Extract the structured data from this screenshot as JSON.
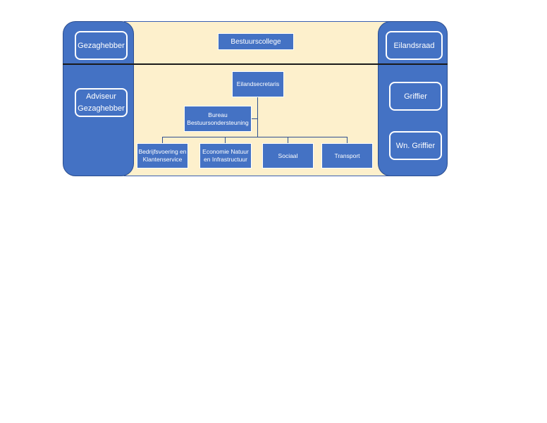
{
  "left_column": {
    "gezaghebber": "Gezaghebber",
    "adviseur_line1": "Adviseur",
    "adviseur_line2": "Gezaghebber"
  },
  "right_column": {
    "eilandsraad": "Eilandsraad",
    "griffier": "Griffier",
    "wn_griffier": "Wn. Griffier"
  },
  "top": {
    "bestuurscollege": "Bestuurscollege"
  },
  "org": {
    "eilandsecretaris": "Eilandsecretaris",
    "bureau_line1": "Bureau",
    "bureau_line2": "Bestuursondersteuning",
    "departments": [
      {
        "line1": "Bedrijfsvoering en",
        "line2": "Klantenservice"
      },
      {
        "line1": "Economie Natuur",
        "line2": "en Infrastructuur"
      },
      {
        "line1": "Sociaal",
        "line2": ""
      },
      {
        "line1": "Transport",
        "line2": ""
      }
    ]
  },
  "colors": {
    "box_fill": "#4472c4",
    "panel_fill": "#fdf0cc",
    "connector": "#2f4f8f"
  }
}
